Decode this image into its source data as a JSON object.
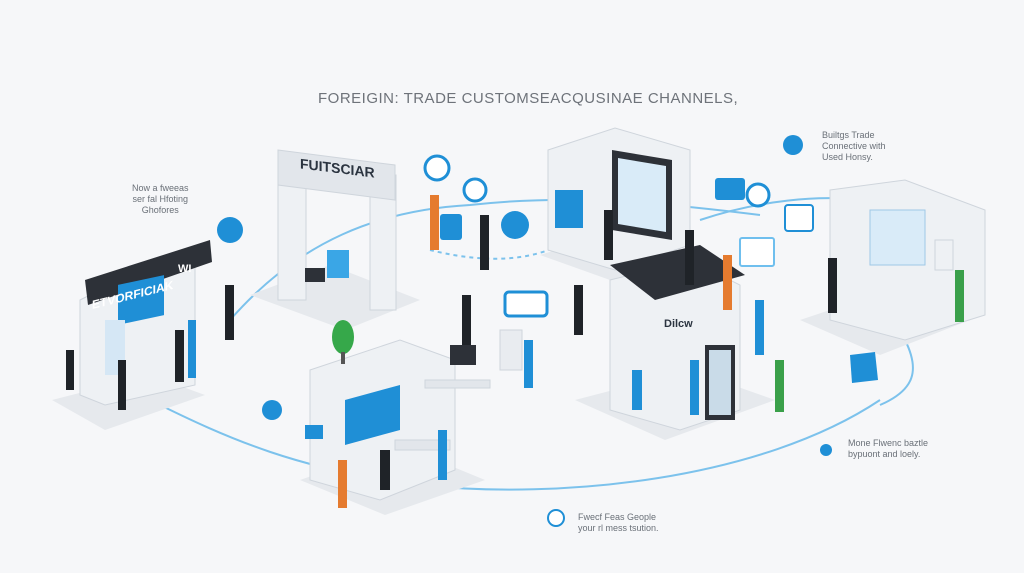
{
  "title": "FOREIGIN: TRADE CUSTOMSEACQUSINAE CHANNELS,",
  "captions": {
    "left": [
      "Now a fweeas",
      "ser fal Hfoting",
      "Ghofores"
    ],
    "top_right": [
      "Builtgs Trade",
      "Connective with",
      "Used Honsy."
    ],
    "right": [
      "Mone Flwenc baztle",
      "bypuont and loely."
    ],
    "bottom": [
      "Fwecf Feas Geople",
      "your rl mess tsution."
    ]
  },
  "signs": {
    "kiosk_left": "ETVORFICIAK",
    "kiosk_left_badge": "WI",
    "gate": "FUITSCIAR",
    "store": "Dilcw"
  },
  "colors": {
    "accent": "#1f8fd6",
    "accent_light": "#6fbfee",
    "structure": "#e9ecf0",
    "structure_dark": "#2d3138",
    "ground": "#eef0f3",
    "path": "#7cc2ec"
  }
}
